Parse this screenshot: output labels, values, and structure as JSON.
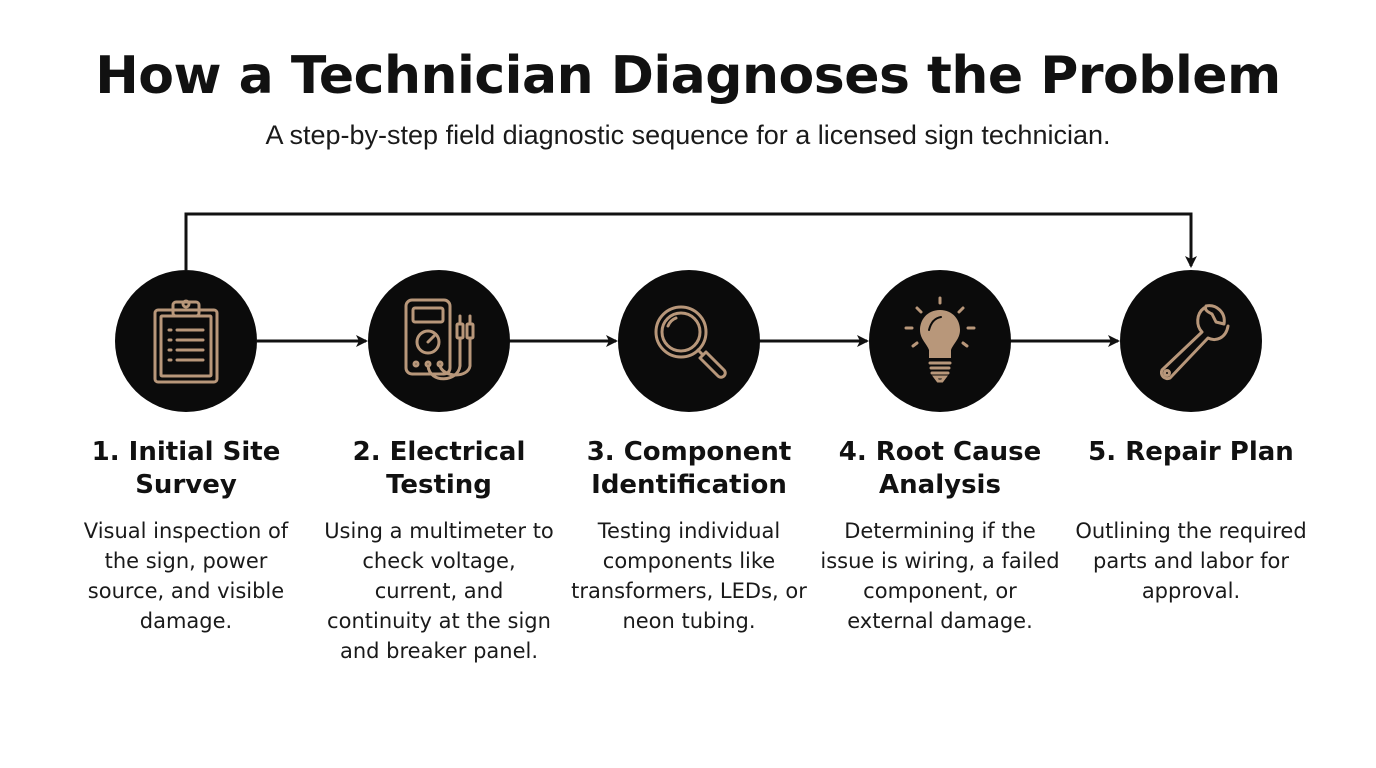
{
  "title": "How a Technician Diagnoses the Problem",
  "subtitle": "A step-by-step field diagnostic sequence for a licensed sign technician.",
  "accent_color": "#b8977a",
  "circle_color": "#0b0b0b",
  "steps": [
    {
      "title": "1. Initial Site Survey",
      "description": "Visual inspection of the sign, power source, and visible damage.",
      "icon": "clipboard-icon"
    },
    {
      "title": "2. Electrical Testing",
      "description": "Using a multimeter to check voltage, current, and continuity at the sign and breaker panel.",
      "icon": "multimeter-icon"
    },
    {
      "title": "3. Component Identification",
      "description": "Testing individual components like transformers, LEDs, or neon tubing.",
      "icon": "magnifying-glass-icon"
    },
    {
      "title": "4. Root Cause Analysis",
      "description": "Determining if the issue is wiring, a failed component, or external damage.",
      "icon": "lightbulb-icon"
    },
    {
      "title": "5. Repair Plan",
      "description": "Outlining the required parts and labor for approval.",
      "icon": "wrench-icon"
    }
  ]
}
